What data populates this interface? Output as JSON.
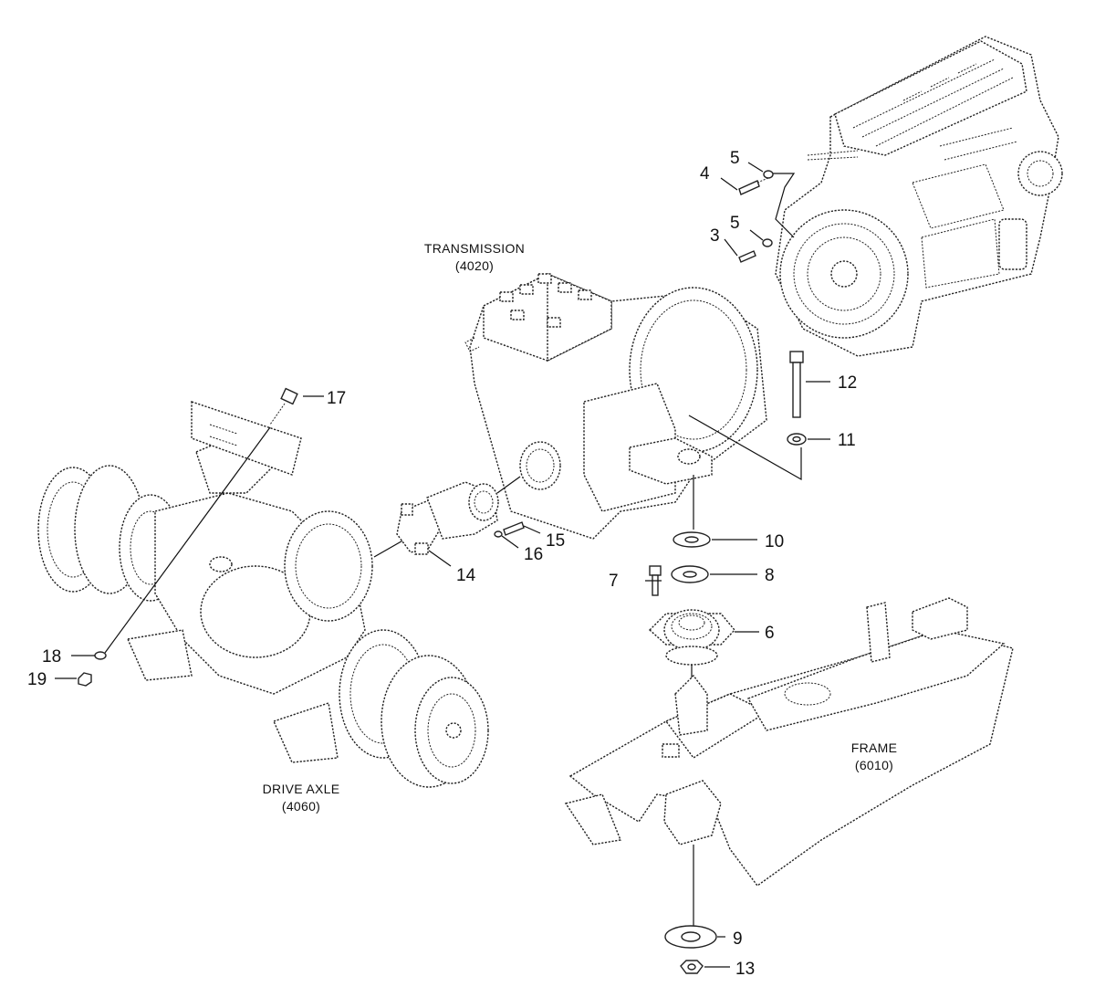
{
  "assemblies": {
    "transmission": {
      "name": "TRANSMISSION",
      "code": "(4020)"
    },
    "drive_axle": {
      "name": "DRIVE AXLE",
      "code": "(4060)"
    },
    "frame": {
      "name": "FRAME",
      "code": "(6010)"
    }
  },
  "callouts": {
    "c3": "3",
    "c4": "4",
    "c5a": "5",
    "c5b": "5",
    "c6": "6",
    "c7": "7",
    "c8": "8",
    "c9": "9",
    "c10": "10",
    "c11": "11",
    "c12": "12",
    "c13": "13",
    "c14": "14",
    "c15": "15",
    "c16": "16",
    "c17": "17",
    "c18": "18",
    "c19": "19"
  }
}
